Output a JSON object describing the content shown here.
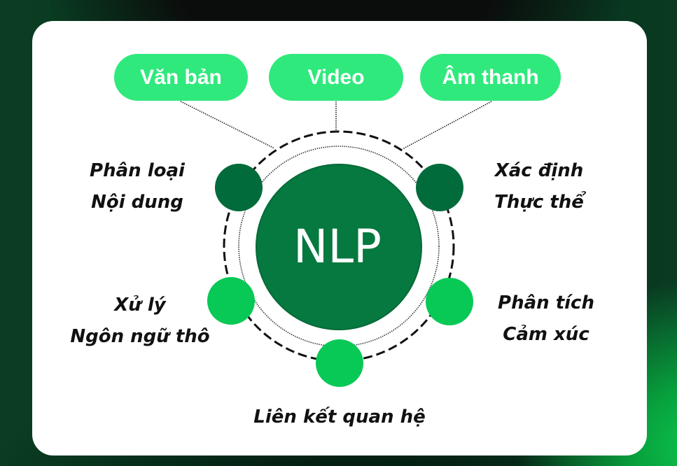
{
  "inputs": [
    {
      "id": "text",
      "label": "Văn bản"
    },
    {
      "id": "video",
      "label": "Video"
    },
    {
      "id": "audio",
      "label": "Âm thanh"
    }
  ],
  "center": {
    "label": "NLP"
  },
  "tasks": [
    {
      "id": "content-classification",
      "line1": "Phân loại",
      "line2": "Nội dung",
      "node_color": "#026b3b"
    },
    {
      "id": "entity-recognition",
      "line1": "Xác định",
      "line2": "Thực thể",
      "node_color": "#026b3b"
    },
    {
      "id": "raw-language-processing",
      "line1": "Xử lý",
      "line2": "Ngôn ngữ thô",
      "node_color": "#08c955"
    },
    {
      "id": "sentiment-analysis",
      "line1": "Phân tích",
      "line2": "Cảm xúc",
      "node_color": "#08c955"
    },
    {
      "id": "relation-linking",
      "line1": "Liên kết quan hệ",
      "node_color": "#08c955"
    }
  ],
  "colors": {
    "pill": "#2fe97d",
    "center": "#05793f",
    "dark_node": "#026b3b",
    "light_node": "#08c955",
    "card": "#ffffff"
  }
}
